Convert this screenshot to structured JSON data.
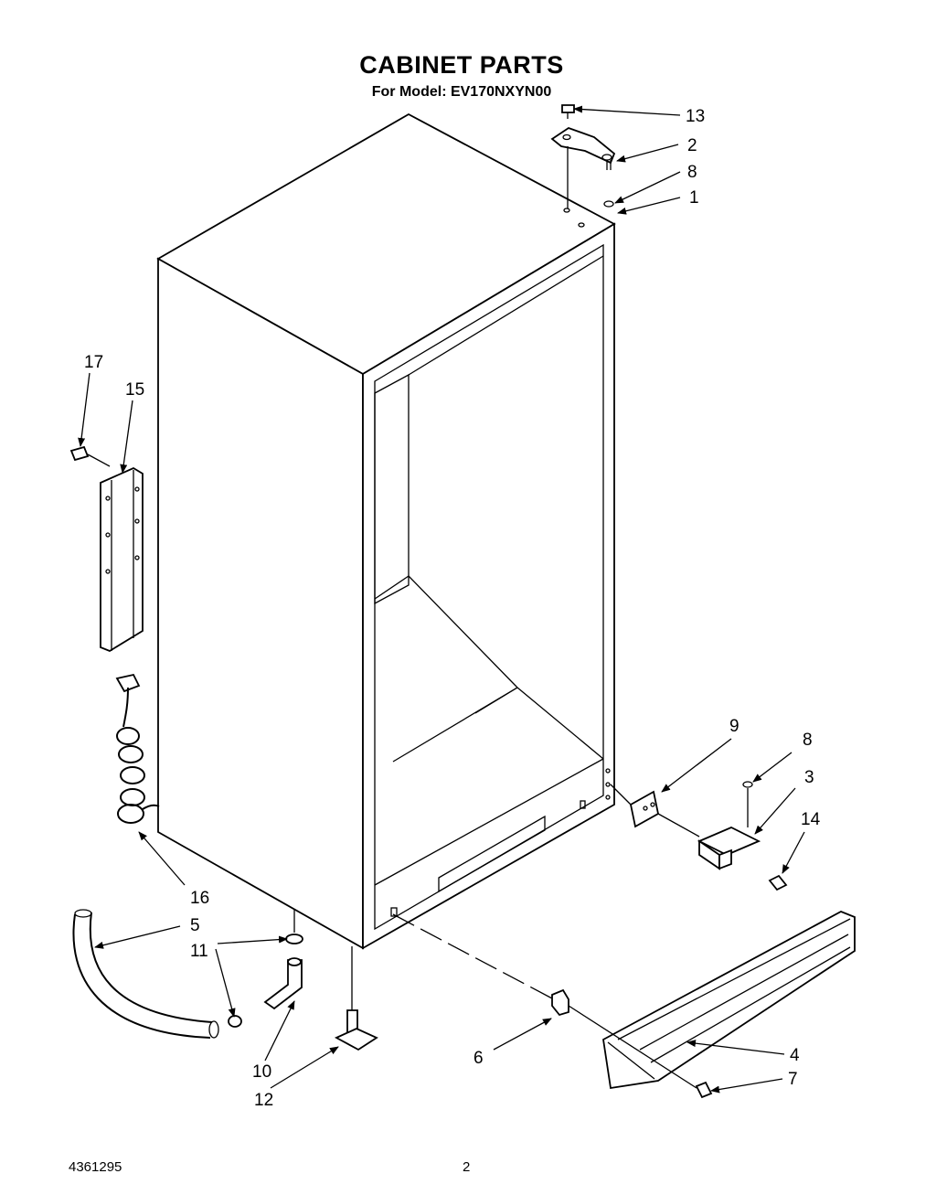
{
  "title": "CABINET PARTS",
  "subtitle": "For Model: EV170NXYN00",
  "doc_number": "4361295",
  "page_number": "2",
  "callouts": [
    {
      "id": "c13",
      "text": "13"
    },
    {
      "id": "c2",
      "text": "2"
    },
    {
      "id": "c8a",
      "text": "8"
    },
    {
      "id": "c1",
      "text": "1"
    },
    {
      "id": "c17",
      "text": "17"
    },
    {
      "id": "c15",
      "text": "15"
    },
    {
      "id": "c9",
      "text": "9"
    },
    {
      "id": "c8b",
      "text": "8"
    },
    {
      "id": "c3",
      "text": "3"
    },
    {
      "id": "c14",
      "text": "14"
    },
    {
      "id": "c16",
      "text": "16"
    },
    {
      "id": "c5",
      "text": "5"
    },
    {
      "id": "c11",
      "text": "11"
    },
    {
      "id": "c10",
      "text": "10"
    },
    {
      "id": "c12",
      "text": "12"
    },
    {
      "id": "c6",
      "text": "6"
    },
    {
      "id": "c4",
      "text": "4"
    },
    {
      "id": "c7",
      "text": "7"
    }
  ]
}
